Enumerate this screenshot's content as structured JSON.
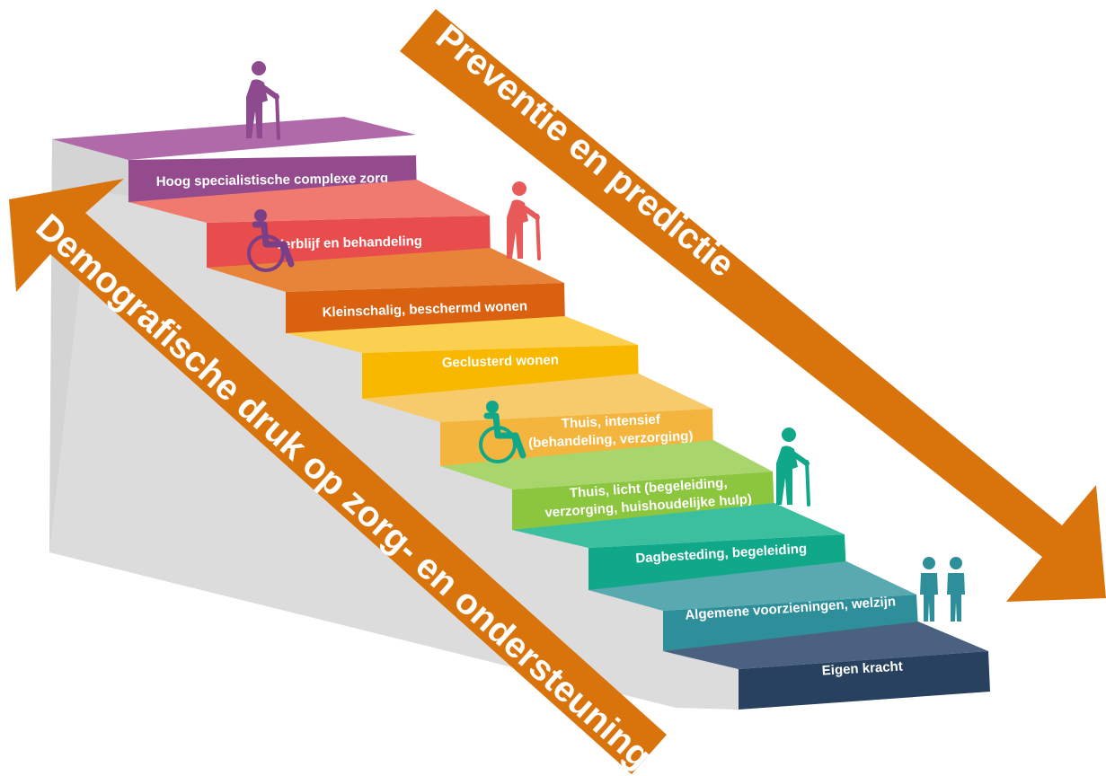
{
  "arrows": {
    "right": {
      "label": "Preventie en predictie",
      "color": "#d9730b"
    },
    "left": {
      "label": "Demografische druk op zorg- en ondersteuning",
      "color": "#d9730b"
    }
  },
  "steps": [
    {
      "label": "Hoog specialistische complexe zorg",
      "color": "#944b8e",
      "top": "#b06aaa"
    },
    {
      "label": "Verblijf en behandeling",
      "color": "#e84c4c",
      "top": "#f07a70"
    },
    {
      "label": "Kleinschalig, beschermd wonen",
      "color": "#d9610f",
      "top": "#e8843a"
    },
    {
      "label": "Geclusterd wonen",
      "color": "#f9b800",
      "top": "#fbcf50"
    },
    {
      "label": "Thuis, intensief",
      "label2": "(behandeling, verzorging)",
      "color": "#f3b53d",
      "top": "#f7ca6c"
    },
    {
      "label": "Thuis, licht (begeleiding,",
      "label2": "verzorging, huishoudelijke hulp)",
      "color": "#8cc63f",
      "top": "#a8d66c"
    },
    {
      "label": "Dagbesteding, begeleiding",
      "color": "#11a88a",
      "top": "#3cbf9e"
    },
    {
      "label": "Algemene voorzieningen, welzijn",
      "color": "#2e8f9a",
      "top": "#59a9b0"
    },
    {
      "label": "Eigen kracht",
      "color": "#28415f",
      "top": "#4a6280"
    }
  ],
  "icons": [
    {
      "name": "elderly-walker-icon",
      "color": "#8e4a8e"
    },
    {
      "name": "wheelchair-icon",
      "color": "#7a3f86"
    },
    {
      "name": "elderly-walker-icon",
      "color": "#e85a5a"
    },
    {
      "name": "wheelchair-icon",
      "color": "#11a88a"
    },
    {
      "name": "elderly-walker-icon",
      "color": "#11a88a"
    },
    {
      "name": "couple-icon",
      "color": "#2e8f9a"
    }
  ]
}
